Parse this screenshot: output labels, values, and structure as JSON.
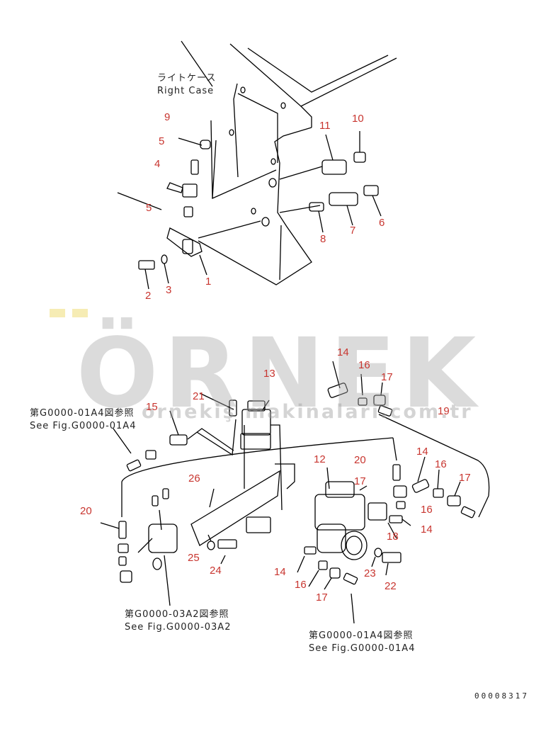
{
  "case_label": {
    "jp": "ライトケース",
    "en": "Right Case"
  },
  "references": [
    {
      "jp": "第G0000-01A4図参照",
      "en": "See Fig.G0000-01A4"
    },
    {
      "jp": "第G0000-03A2図参照",
      "en": "See Fig.G0000-03A2"
    },
    {
      "jp": "第G0000-01A4図参照",
      "en": "See Fig.G0000-01A4"
    }
  ],
  "part_numbers": [
    "9",
    "5",
    "4",
    "5",
    "2",
    "3",
    "1",
    "11",
    "10",
    "8",
    "7",
    "6",
    "14",
    "16",
    "17",
    "13",
    "21",
    "15",
    "19",
    "12",
    "20",
    "14",
    "16",
    "17",
    "17",
    "16",
    "14",
    "18",
    "26",
    "20",
    "25",
    "24",
    "14",
    "16",
    "17",
    "23",
    "22"
  ],
  "watermark": {
    "brand": "ÖRNEK",
    "site": "ornekiş makinalari.com.tr"
  },
  "drawing_id": "00008317",
  "colors": {
    "numbers": "#c8352f",
    "lines": "#000000",
    "watermark": "#aaaaaa"
  }
}
